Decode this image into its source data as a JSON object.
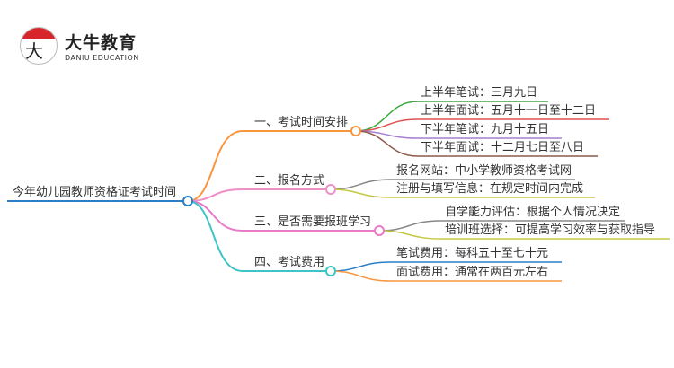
{
  "logo": {
    "mark": "大牛",
    "name": "大牛教育",
    "subtitle": "DANIU EDUCATION"
  },
  "root": "今年幼儿园教师资格证考试时间",
  "branches": [
    {
      "label": "一、考试时间安排",
      "color": "#f7963f",
      "children": [
        {
          "label": "上半年笔试：三月九日",
          "color": "#3aa83a"
        },
        {
          "label": "上半年面试：五月十一日至十二日",
          "color": "#e05050"
        },
        {
          "label": "下半年笔试：九月十五日",
          "color": "#a57fd0"
        },
        {
          "label": "下半年面试：十二月七日至八日",
          "color": "#8c5a4a"
        }
      ]
    },
    {
      "label": "二、报名方式",
      "color": "#ef8fc8",
      "children": [
        {
          "label": "报名网站：中小学教师资格考试网",
          "color": "#888888"
        },
        {
          "label": "注册与填写信息：在规定时间内完成",
          "color": "#c6c840"
        }
      ]
    },
    {
      "label": "三、是否需要报班学习",
      "color": "#e87ac8",
      "children": [
        {
          "label": "自学能力评估：根据个人情况决定",
          "color": "#888888"
        },
        {
          "label": "培训班选择：可提高学习效率与获取指导",
          "color": "#c6c840"
        }
      ]
    },
    {
      "label": "四、考试费用",
      "color": "#3cc4c8",
      "children": [
        {
          "label": "笔试费用：每科五十至七十元",
          "color": "#2a7fc8"
        },
        {
          "label": "面试费用：通常在两百元左右",
          "color": "#f7963f"
        }
      ]
    }
  ]
}
